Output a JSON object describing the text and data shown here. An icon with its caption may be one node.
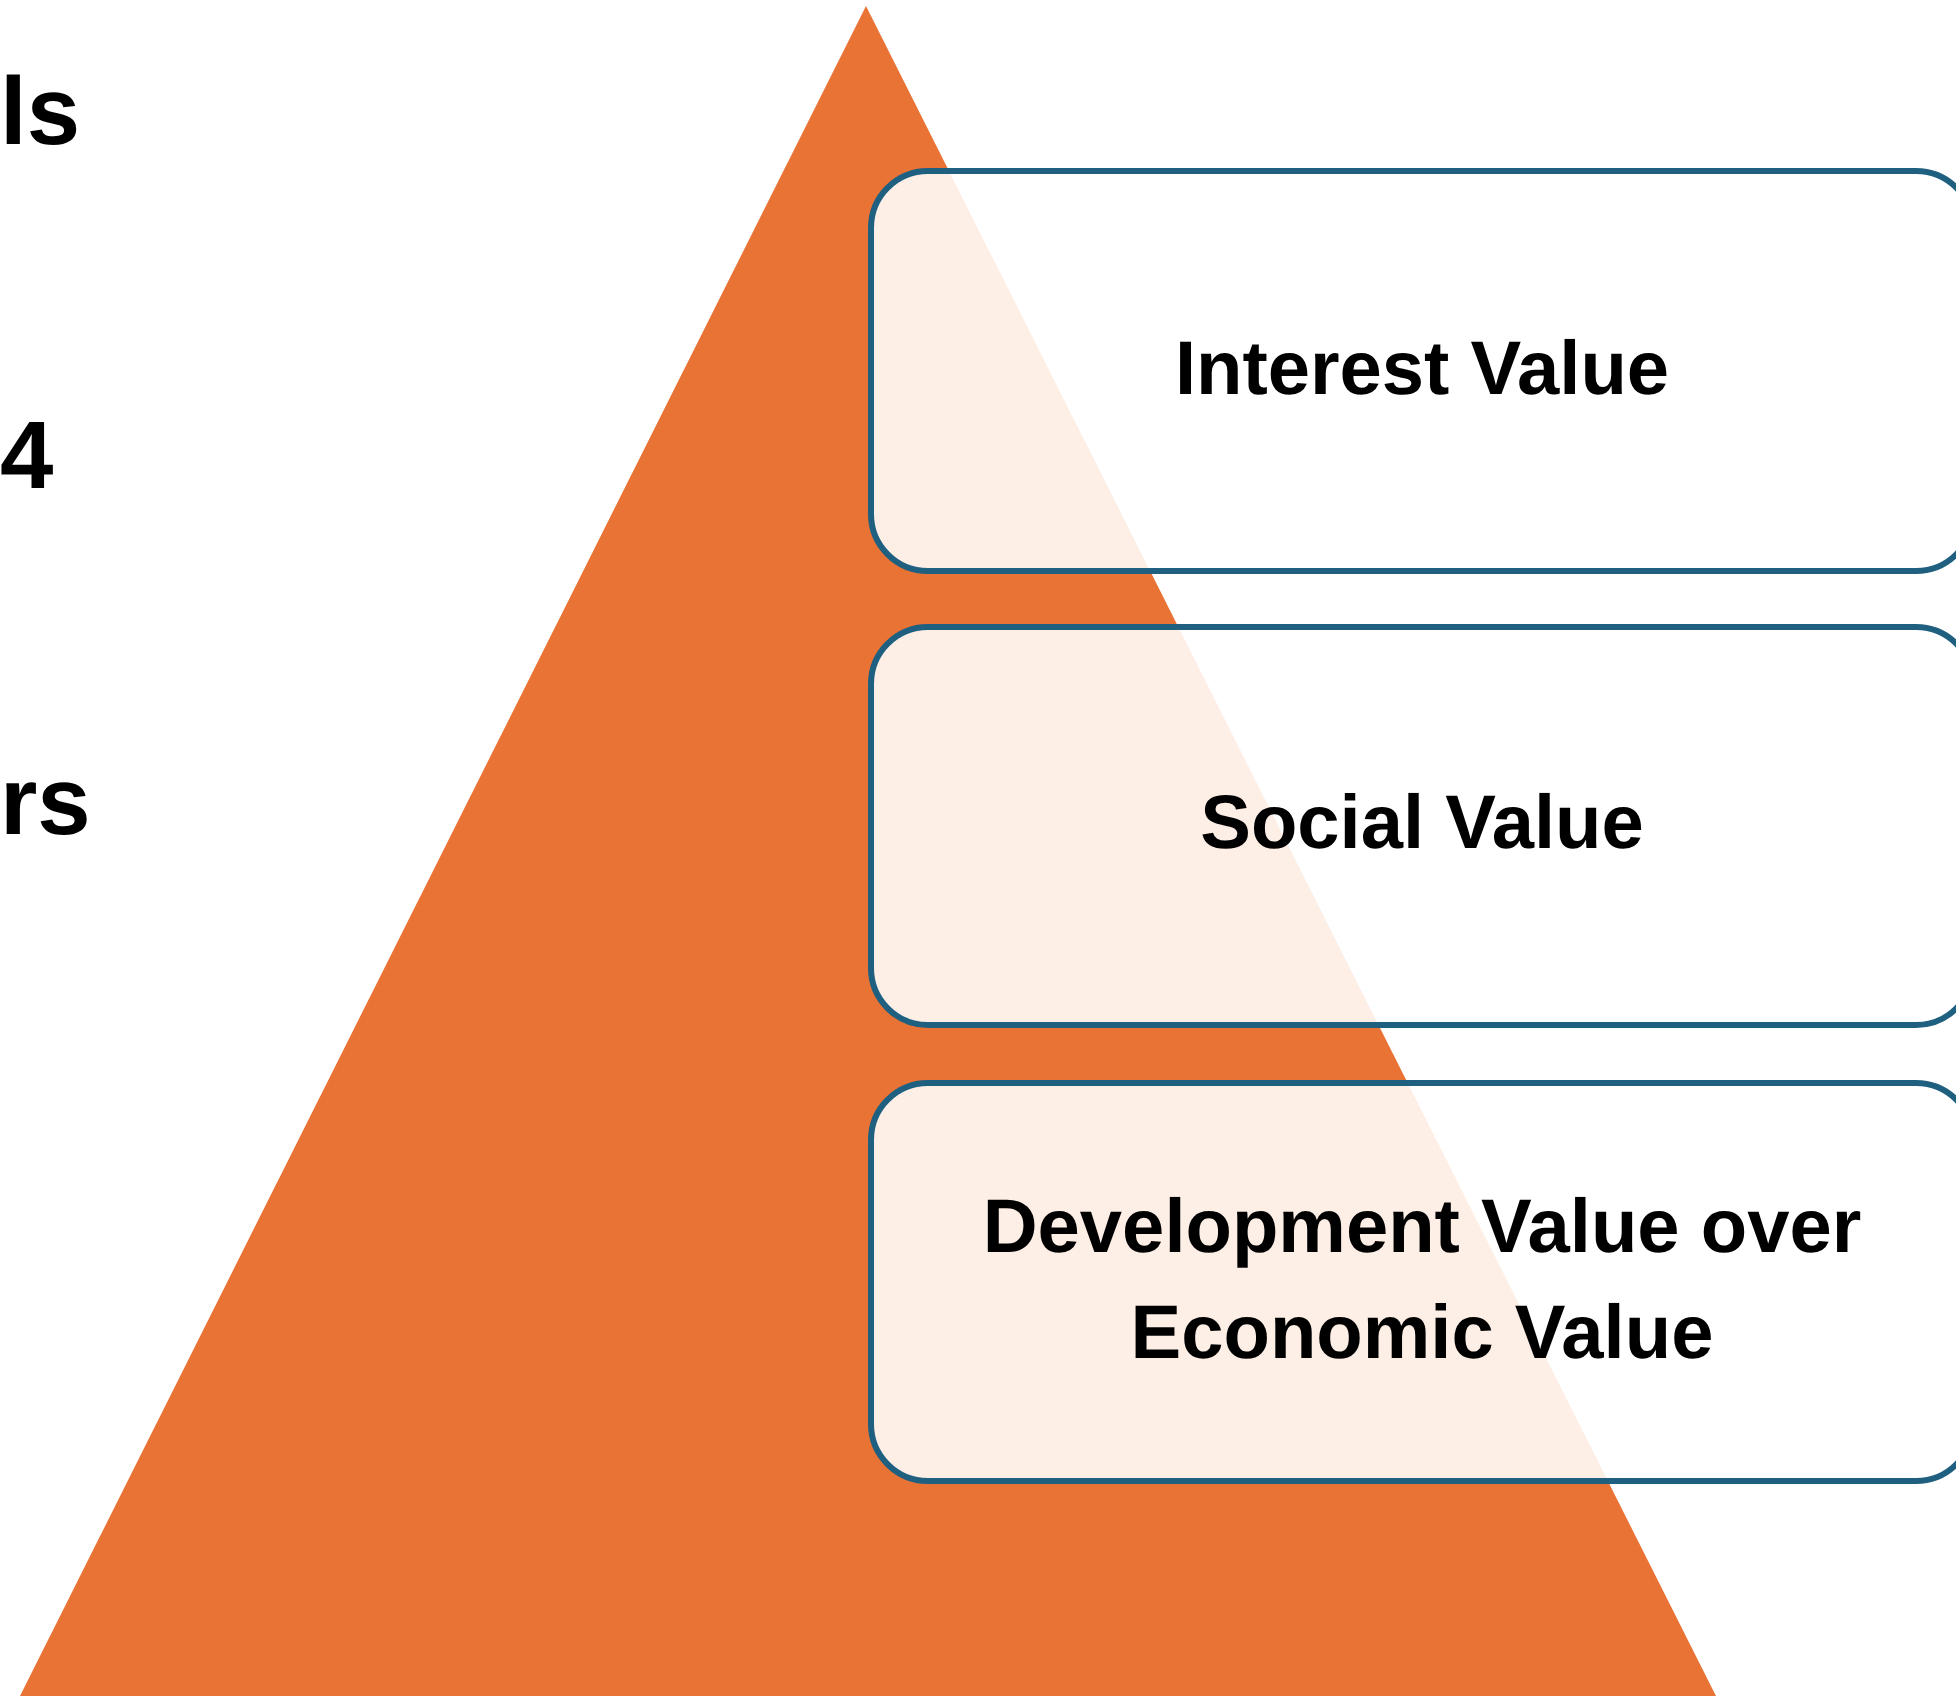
{
  "diagram": {
    "nodes": [
      {
        "text": [
          "Interest Value"
        ]
      },
      {
        "text": [
          "Social Value"
        ]
      },
      {
        "text": [
          "Development Value over Economic Value"
        ]
      }
    ],
    "labels": [
      "ls",
      "4",
      "rs"
    ]
  }
}
